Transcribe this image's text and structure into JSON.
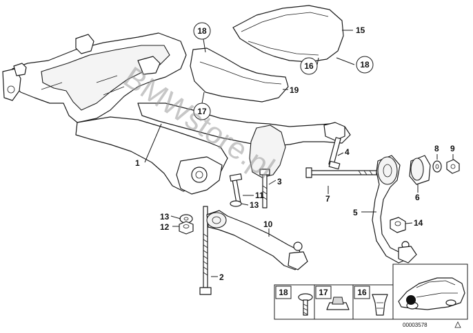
{
  "labels": {
    "p1": "1",
    "p2": "2",
    "p3": "3",
    "p4": "4",
    "p5": "5",
    "p6": "6",
    "p7": "7",
    "p8": "8",
    "p9": "9",
    "p10": "10",
    "p11": "11",
    "p12": "12",
    "p13a": "13",
    "p13b": "13",
    "p14": "14",
    "p15": "15",
    "p19": "19",
    "c18a": "18",
    "c17": "17",
    "c16": "16",
    "c18b": "18"
  },
  "legend": {
    "box18": "18",
    "box17": "17",
    "box16": "16"
  },
  "watermark": "BMWstore.pl",
  "reference_number": "00003578"
}
